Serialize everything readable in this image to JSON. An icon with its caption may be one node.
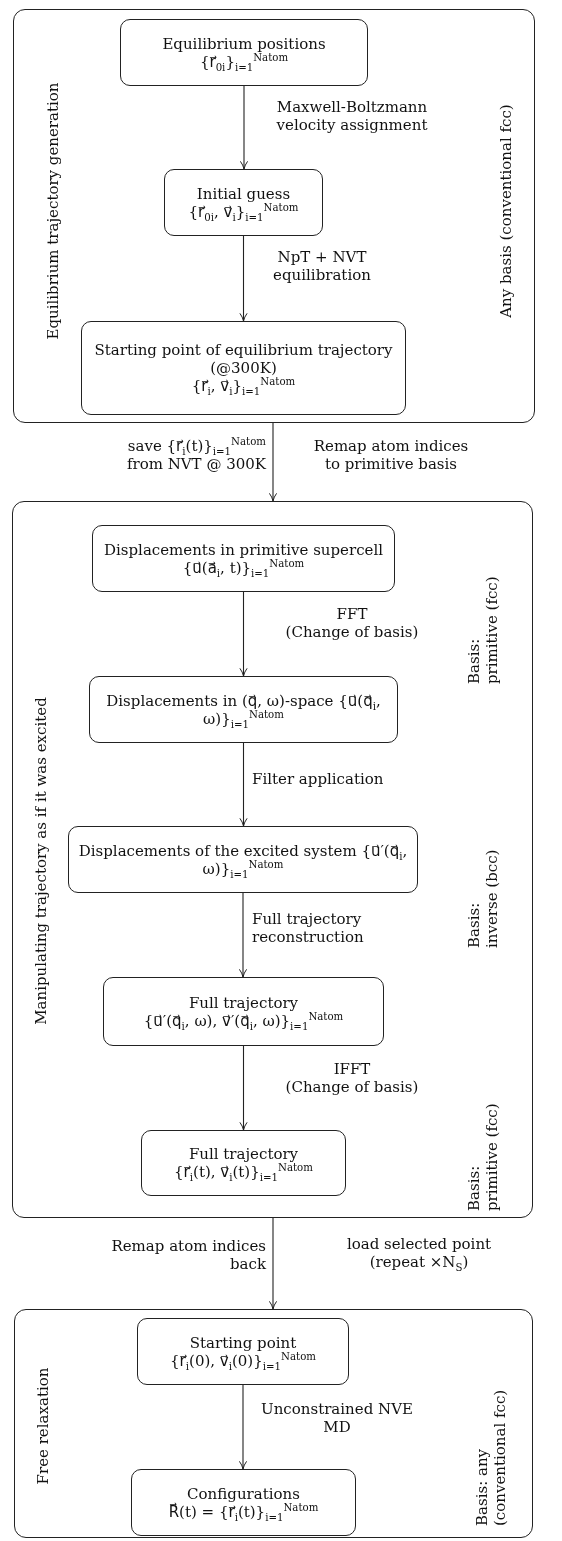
{
  "diagram": {
    "nodes": [
      {
        "text": [
          "Equilibrium trajectory generation",
          "Any basis (conventional fcc)"
        ]
      },
      {
        "text": [
          "Equilibrium positions",
          "{r⃗$_{0i}$}$_{i=1}$$^{Natom}$"
        ],
        "in": 0
      },
      {
        "text": [
          "Initial guess",
          "{r⃗$_{0i}$, v⃗$_{i}$}$_{i=1}$$^{Natom}$"
        ],
        "in": 0
      },
      {
        "text": [
          "Starting point of equilibrium trajectory (@300K)",
          "{r⃗$_{i}$, v⃗$_{i}$}$_{i=1}$$^{Natom}$"
        ],
        "in": 0
      },
      {
        "text": [
          "Manipulating trajectory as if it was excited",
          "Basis: primitive (fcc)",
          "Basis: inverse (bcc)",
          "Basis: primitive (fcc)"
        ]
      },
      {
        "text": [
          "Displacements in primitive supercell {u⃗(a⃗$_{i}$, t)}$_{i=1}$$^{Natom}$"
        ],
        "in": 4
      },
      {
        "text": [
          "Displacements in (q⃗, ω)-space {u⃗(q⃗$_{i}$, ω)}$_{i=1}$$^{Natom}$"
        ],
        "in": 4
      },
      {
        "text": [
          "Displacements of the excited system {u⃗′(q⃗$_{i}$, ω)}$_{i=1}$$^{Natom}$"
        ],
        "in": 4
      },
      {
        "text": [
          "Full trajectory",
          "{u⃗′(q⃗$_{i}$, ω), v⃗′(q⃗$_{i}$, ω)}$_{i=1}$$^{Natom}$"
        ],
        "in": 4
      },
      {
        "text": [
          "Full trajectory",
          "{r⃗$_{i}$(t), v⃗$_{i}$(t)}$_{i=1}$$^{Natom}$"
        ],
        "in": 4
      },
      {
        "text": [
          "Free relaxation",
          "Basis: any (conventional fcc)"
        ]
      },
      {
        "text": [
          "Starting point",
          "{r⃗$_{i}$(0), v⃗$_{i}$(0)}$_{i=1}$$^{Natom}$"
        ],
        "in": 10
      },
      {
        "text": [
          "Configurations",
          "R⃗(t) = {r⃗$_{i}$(t)}$_{i=1}$$^{Natom}$"
        ],
        "in": 10
      }
    ],
    "edges": [
      {
        "from": 1,
        "to": 2,
        "arrow": "to",
        "label": "Maxwell-Boltzmann velocity assignment"
      },
      {
        "from": 2,
        "to": 3,
        "arrow": "to",
        "label": "NpT + NVT equilibration"
      },
      {
        "from": 0,
        "to": 4,
        "arrow": "to"
      },
      {
        "from": 5,
        "to": 6,
        "arrow": "to",
        "label": "FFT (Change of basis)"
      },
      {
        "from": 6,
        "to": 7,
        "arrow": "to",
        "label": "Filter application"
      },
      {
        "from": 7,
        "to": 8,
        "arrow": "to",
        "label": "Full trajectory reconstruction"
      },
      {
        "from": 8,
        "to": 9,
        "arrow": "to",
        "label": "IFFT (Change of basis)"
      },
      {
        "from": 4,
        "to": 10,
        "arrow": "to"
      },
      {
        "from": 11,
        "to": 12,
        "arrow": "to",
        "label": "Unconstrained NVE MD"
      }
    ],
    "labels": [
      "save {r⃗$_{i}$(t)}$_{i=1}$$^{Natom}$ from NVT @ 300K",
      "Remap atom indices to primitive basis",
      "Remap atom indices back",
      "load selected point (repeat ×N$_{S}$)"
    ]
  }
}
